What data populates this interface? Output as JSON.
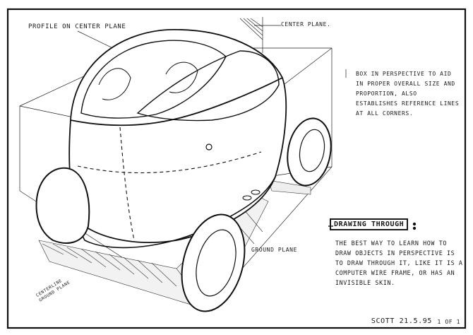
{
  "labels": {
    "profile_on_center_plane": "PROFILE ON CENTER PLANE",
    "center_plane": "CENTER PLANE.",
    "ground_plane": "GROUND PLANE",
    "centerline": "CENTERLINE\nGROUND PLANE"
  },
  "notes": {
    "box_note": "BOX IN PERSPECTIVE TO AID IN PROPER OVERALL SIZE AND PROPORTION, ALSO ESTABLISHES REFERENCE LINES AT ALL CORNERS.",
    "drawing_through_title": "DRAWING THROUGH",
    "drawing_through_body": "THE BEST WAY TO LEARN HOW TO DRAW OBJECTS IN PERSPECTIVE IS TO DRAW THROUGH IT, LIKE IT IS A COMPUTER WIRE FRAME, OR HAS AN INVISIBLE SKIN."
  },
  "footer": {
    "signature": "SCOTT 21.5.95",
    "page": "1 OF 1"
  },
  "image": {
    "subject": "vehicle-sketch",
    "ink_color": "#1a1a1a",
    "paper_color": "#ffffff"
  }
}
